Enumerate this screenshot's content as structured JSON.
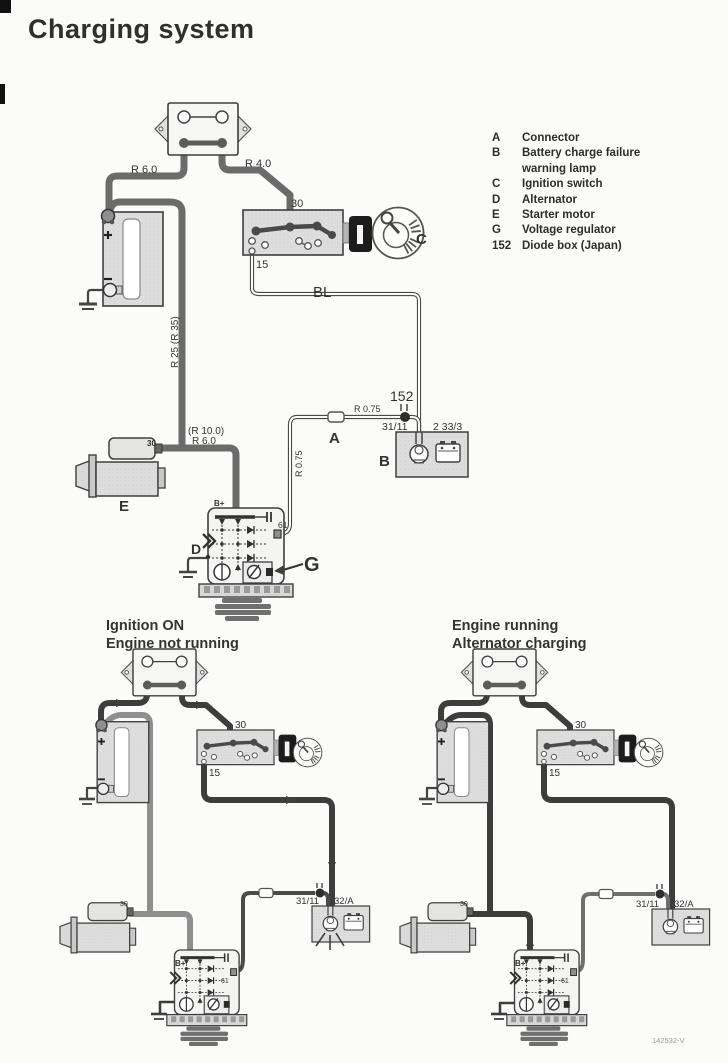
{
  "title": "Charging system",
  "doc_number": "142532-V",
  "legend": {
    "items": [
      {
        "key": "A",
        "label": "Connector"
      },
      {
        "key": "B",
        "label": "Battery charge failure",
        "label2": "warning lamp"
      },
      {
        "key": "C",
        "label": "Ignition switch"
      },
      {
        "key": "D",
        "label": "Alternator"
      },
      {
        "key": "E",
        "label": "Starter motor"
      },
      {
        "key": "G",
        "label": "Voltage regulator"
      },
      {
        "key": "152",
        "label": "Diode box (Japan)"
      }
    ]
  },
  "wire_labels": {
    "r60": "R 6.0",
    "r40": "R 4.0",
    "r25_35": "R 25 (R 35)",
    "r100": "(R 10.0)",
    "r60b": "R 6.0",
    "bl": "BL",
    "r075": "R 0.75",
    "r075v": "R 0.75"
  },
  "terminals": {
    "t30": "30",
    "t15": "15",
    "bplus": "B+",
    "t61": "61",
    "t3111": "31/11",
    "t32a": "32/A",
    "t2333": "2 33/3",
    "d152": "152"
  },
  "components": {
    "a": "A",
    "b": "B",
    "c": "C",
    "d": "D",
    "e": "E",
    "g": "G"
  },
  "left_diagram": {
    "title_line1": "Ignition ON",
    "title_line2": "Engine not running"
  },
  "right_diagram": {
    "title_line1": "Engine running",
    "title_line2": "Alternator charging"
  },
  "colors": {
    "wire_gray": "#6b6b6b",
    "wire_dark": "#3d3d3d",
    "component_fill": "#dedede"
  }
}
